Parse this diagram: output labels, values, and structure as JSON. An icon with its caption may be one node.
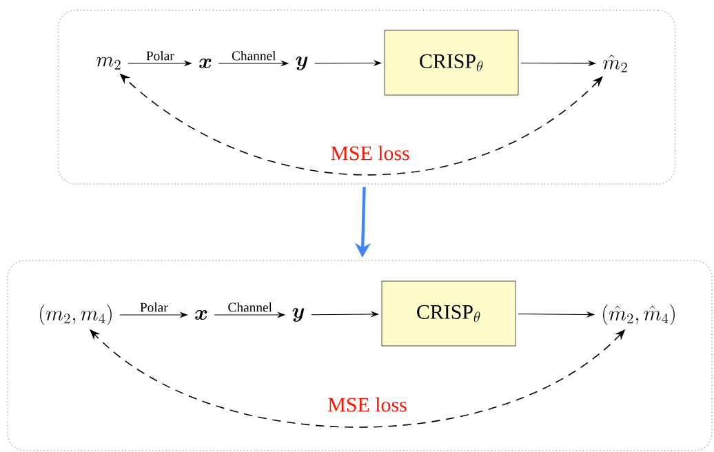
{
  "diagram": {
    "nodes": [
      {
        "text": [],
        "shape": "box"
      },
      {
        "text": [
          "m_2"
        ],
        "in": 0
      },
      {
        "text": [
          "\\boldsymbol{x}"
        ],
        "in": 0
      },
      {
        "text": [
          "\\boldsymbol{y}"
        ],
        "in": 0
      },
      {
        "text": [
          "\\mathrm{CRISP}_\\theta"
        ],
        "in": 0
      },
      {
        "text": [
          "\\hat{m}_2"
        ],
        "in": 0
      },
      {
        "text": [],
        "shape": "box"
      },
      {
        "text": [
          "(m_2, m_4)"
        ],
        "in": 6
      },
      {
        "text": [
          "\\boldsymbol{x}"
        ],
        "in": 6
      },
      {
        "text": [
          "\\boldsymbol{y}"
        ],
        "in": 6
      },
      {
        "text": [
          "\\mathrm{CRISP}_\\theta"
        ],
        "in": 6
      },
      {
        "text": [
          "(\\hat{m}_2, \\hat{m}_4)"
        ],
        "in": 6
      }
    ],
    "edges": [
      {
        "from": 1,
        "to": 2,
        "arrow": "to",
        "label": "Polar"
      },
      {
        "from": 2,
        "to": 3,
        "arrow": "to",
        "label": "Channel"
      },
      {
        "from": 3,
        "to": 4,
        "arrow": "to"
      },
      {
        "from": 4,
        "to": 5,
        "arrow": "to"
      },
      {
        "from": 5,
        "to": 1,
        "arrow": "both",
        "style": "dashed",
        "label": "MSE loss"
      },
      {
        "from": 0,
        "to": 6,
        "arrow": "to",
        "style": "thick",
        "color": "#4285f4"
      },
      {
        "from": 7,
        "to": 8,
        "arrow": "to",
        "label": "Polar"
      },
      {
        "from": 8,
        "to": 9,
        "arrow": "to",
        "label": "Channel"
      },
      {
        "from": 9,
        "to": 10,
        "arrow": "to"
      },
      {
        "from": 10,
        "to": 11,
        "arrow": "to"
      },
      {
        "from": 11,
        "to": 7,
        "arrow": "both",
        "style": "dashed",
        "label": "MSE loss"
      }
    ]
  }
}
